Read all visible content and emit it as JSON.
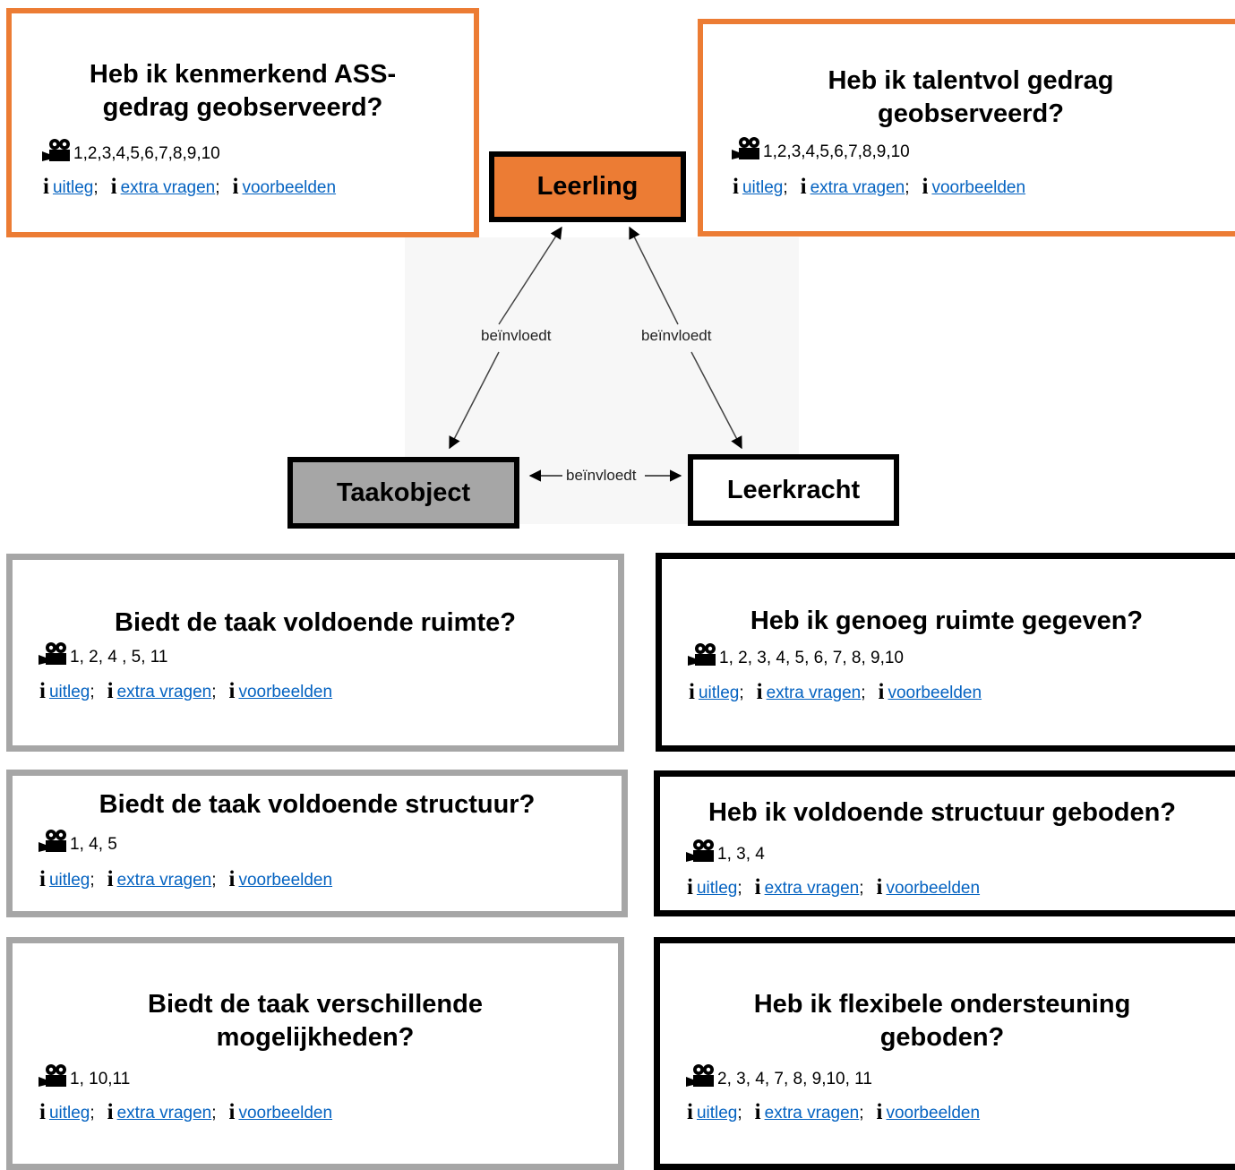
{
  "colors": {
    "accent_orange": "#ec7c34",
    "task_gray": "#a6a6a6",
    "link_blue": "#0563c1"
  },
  "icons": {
    "video": "video-camera-icon",
    "info": "info-icon"
  },
  "links": {
    "explain": "uitleg",
    "extra": "extra vragen",
    "examples": "voorbeelden",
    "separator": ";"
  },
  "diagram": {
    "nodes": {
      "student": "Leerling",
      "task": "Taakobject",
      "teacher": "Leerkracht"
    },
    "edge_label": "beïnvloedt",
    "edges": [
      {
        "from": "Leerling",
        "to": "Taakobject",
        "label": "beïnvloedt"
      },
      {
        "from": "Leerling",
        "to": "Leerkracht",
        "label": "beïnvloedt"
      },
      {
        "from": "Taakobject",
        "to": "Leerkracht",
        "label": "beïnvloedt"
      }
    ]
  },
  "cards": {
    "student_ass": {
      "title": "Heb ik kenmerkend ASS-gedrag geobserveerd?",
      "videos": "1,2,3,4,5,6,7,8,9,10"
    },
    "student_talent": {
      "title": "Heb ik talentvol gedrag geobserveerd?",
      "videos": "1,2,3,4,5,6,7,8,9,10"
    },
    "task_space": {
      "title": "Biedt de taak voldoende ruimte?",
      "videos": "1, 2, 4 , 5, 11"
    },
    "teacher_space": {
      "title": "Heb ik genoeg ruimte gegeven?",
      "videos": "1, 2, 3, 4, 5, 6, 7, 8, 9,10"
    },
    "task_structure": {
      "title": "Biedt de taak voldoende structuur?",
      "videos": "1, 4, 5"
    },
    "teacher_structure": {
      "title": "Heb ik voldoende structuur geboden?",
      "videos": "1, 3, 4"
    },
    "task_options": {
      "title": "Biedt de taak verschillende mogelijkheden?",
      "videos": "1, 10,11"
    },
    "teacher_flexible": {
      "title": "Heb ik flexibele ondersteuning geboden?",
      "videos": "2, 3, 4, 7, 8, 9,10, 11"
    }
  }
}
